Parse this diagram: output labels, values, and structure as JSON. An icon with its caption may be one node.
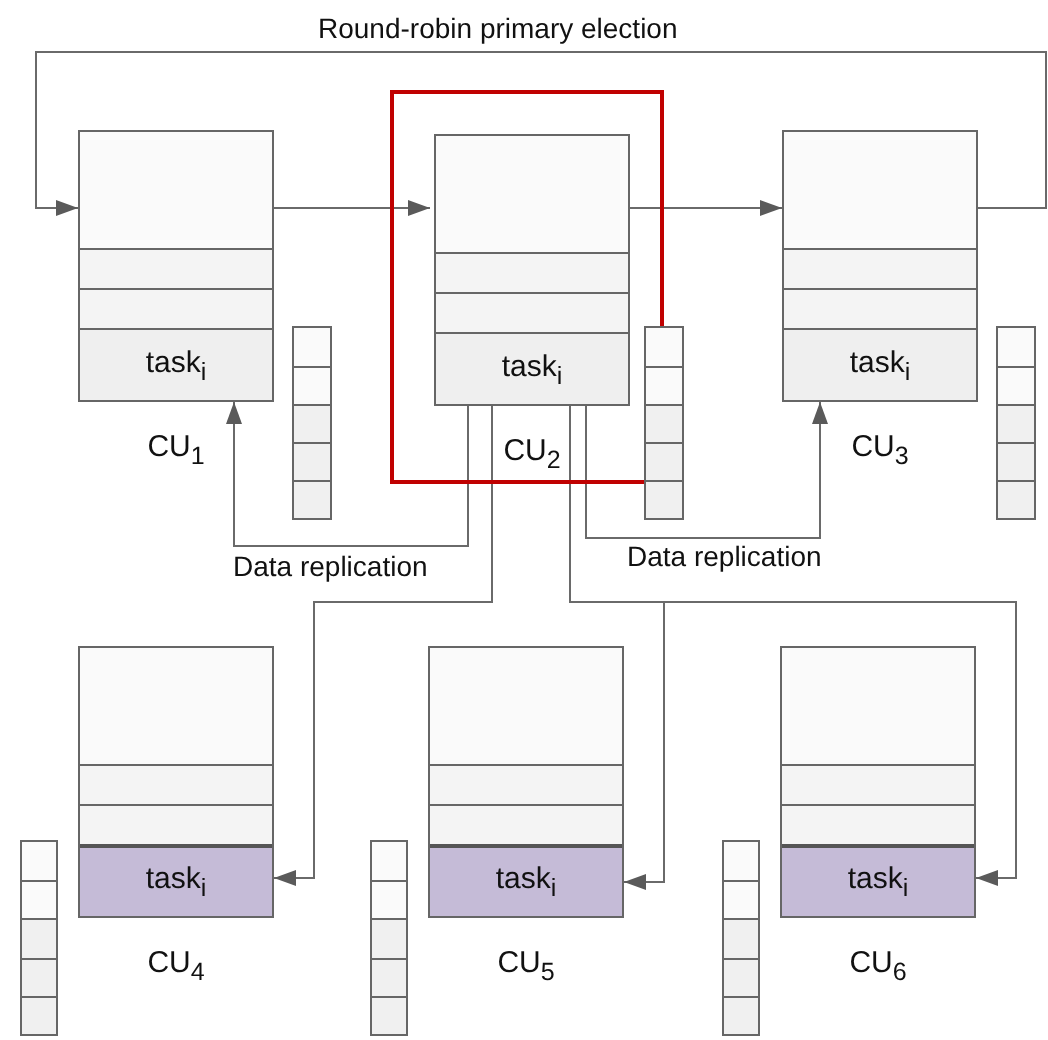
{
  "diagram": {
    "nodes": [
      {
        "text": [],
        "shape": "box"
      },
      {
        "text": [
          "task$_{i}$"
        ],
        "beside": [
          "CU$_{1}$"
        ]
      },
      {
        "text": [],
        "shape": "bar"
      },
      {
        "text": [
          "task$_{i}$"
        ],
        "beside": [
          "CU$_{2}$"
        ],
        "in": 0
      },
      {
        "text": [],
        "shape": "bar"
      },
      {
        "text": [
          "task$_{i}$"
        ],
        "beside": [
          "CU$_{3}$"
        ]
      },
      {
        "text": [],
        "shape": "bar"
      },
      {
        "text": [],
        "shape": "bar"
      },
      {
        "text": [
          "task$_{i}$"
        ],
        "beside": [
          "CU$_{4}$"
        ]
      },
      {
        "text": [],
        "shape": "bar"
      },
      {
        "text": [
          "task$_{i}$"
        ],
        "beside": [
          "CU$_{5}$"
        ]
      },
      {
        "text": [],
        "shape": "bar"
      },
      {
        "text": [
          "task$_{i}$"
        ],
        "beside": [
          "CU$_{6}$"
        ]
      }
    ],
    "edges": [
      {
        "from": 1,
        "to": 3,
        "arrow": "to"
      },
      {
        "from": 3,
        "to": 5,
        "arrow": "to"
      },
      {
        "from": 5,
        "to": 1,
        "arrow": "to",
        "label": "Round-robin primary election"
      },
      {
        "from": 3,
        "to": 1,
        "arrow": "to",
        "label": "Data replication"
      },
      {
        "from": 3,
        "to": 5,
        "arrow": "to",
        "label": "Data replication"
      },
      {
        "from": 3,
        "to": 8,
        "arrow": "to"
      },
      {
        "from": 3,
        "to": 10,
        "arrow": "to"
      },
      {
        "from": 3,
        "to": 12,
        "arrow": "to"
      }
    ]
  }
}
